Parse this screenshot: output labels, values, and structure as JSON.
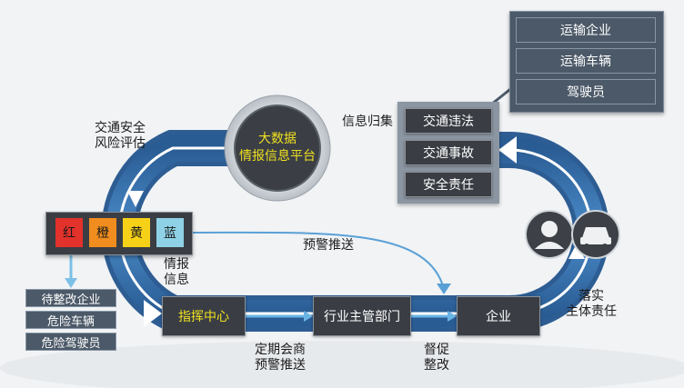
{
  "hub": {
    "line1": "大数据",
    "line2": "情报信息平台"
  },
  "enterprise_info": [
    "运输企业",
    "运输车辆",
    "驾驶员"
  ],
  "violations": [
    "交通违法",
    "交通事故",
    "安全责任"
  ],
  "labels": {
    "collect": "信息归集",
    "risk_line1": "交通安全",
    "risk_line2": "风险评估",
    "warning_push": "预警推送",
    "intel_line1": "情报",
    "intel_line2": "信息",
    "meeting_line1": "定期会商",
    "meeting_line2": "预警推送",
    "supervise_line1": "督促",
    "supervise_line2": "整改",
    "implement_line1": "落实",
    "implement_line2": "主体责任"
  },
  "levels": [
    {
      "name": "红",
      "color": "#e3312b"
    },
    {
      "name": "橙",
      "color": "#f18d1e"
    },
    {
      "name": "黄",
      "color": "#f7d117"
    },
    {
      "name": "蓝",
      "color": "#8fd1e6"
    }
  ],
  "outputs": [
    "待整改企业",
    "危险车辆",
    "危险驾驶员"
  ],
  "flow": {
    "command": "指挥中心",
    "department": "行业主管部门",
    "company": "企业"
  },
  "colors": {
    "accent": "#f0e020",
    "loop": "#3a74b0",
    "arrow": "#5aa0d6"
  }
}
